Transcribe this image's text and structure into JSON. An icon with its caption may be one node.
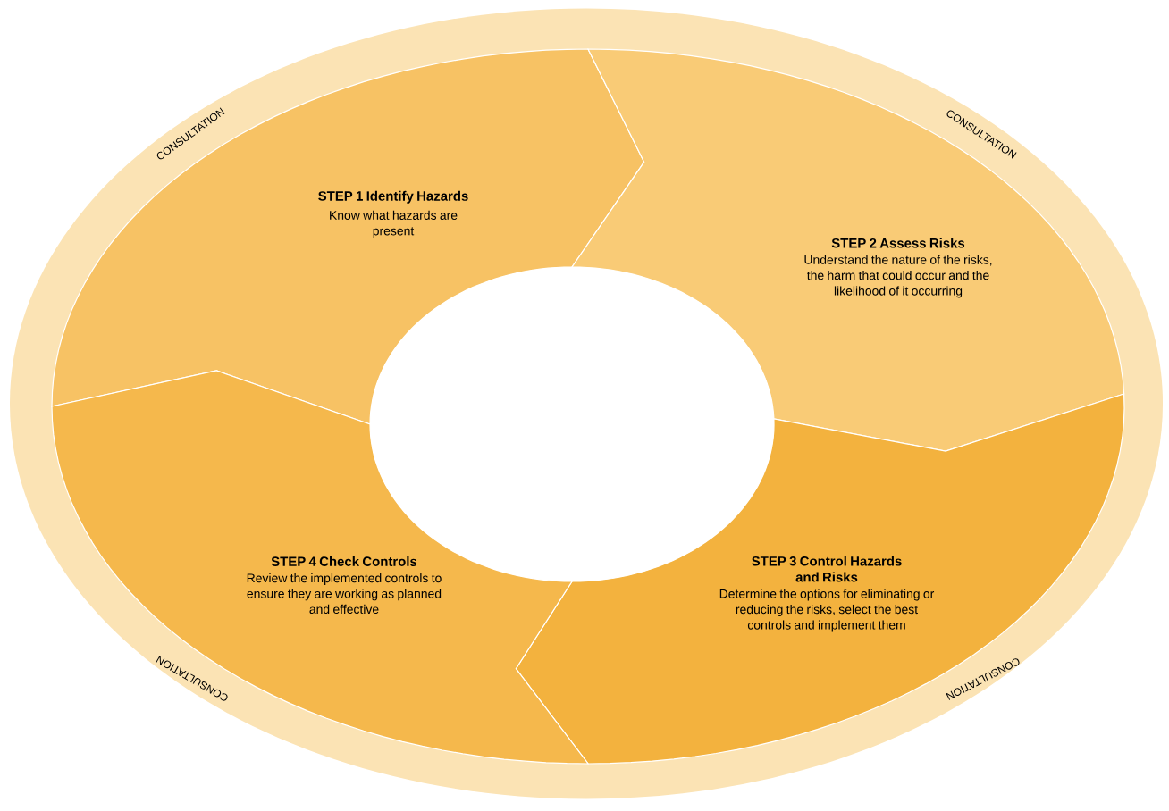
{
  "diagram": {
    "nodes": [
      {
        "text": [
          "CONSULTATION",
          "CONSULTATION",
          "CONSULTATION",
          "CONSULTATION"
        ]
      },
      {
        "text": [
          "STEP 1 Identify Hazards",
          "Know what hazards are present"
        ],
        "in": 0
      },
      {
        "text": [
          "STEP 2 Assess Risks",
          "Understand the nature of the risks, the harm that could occur and the likelihood of it occurring"
        ],
        "in": 0
      },
      {
        "text": [
          "STEP 3 Control Hazards and Risks",
          "Determine the options for eliminating or reducing the risks, select the best controls and implement them"
        ],
        "in": 0
      },
      {
        "text": [
          "STEP 4 Check Controls",
          "Review the implemented controls to ensure they are working as planned and effective"
        ],
        "in": 0
      },
      {
        "text": [],
        "shape": "circle",
        "in": 0
      }
    ]
  }
}
